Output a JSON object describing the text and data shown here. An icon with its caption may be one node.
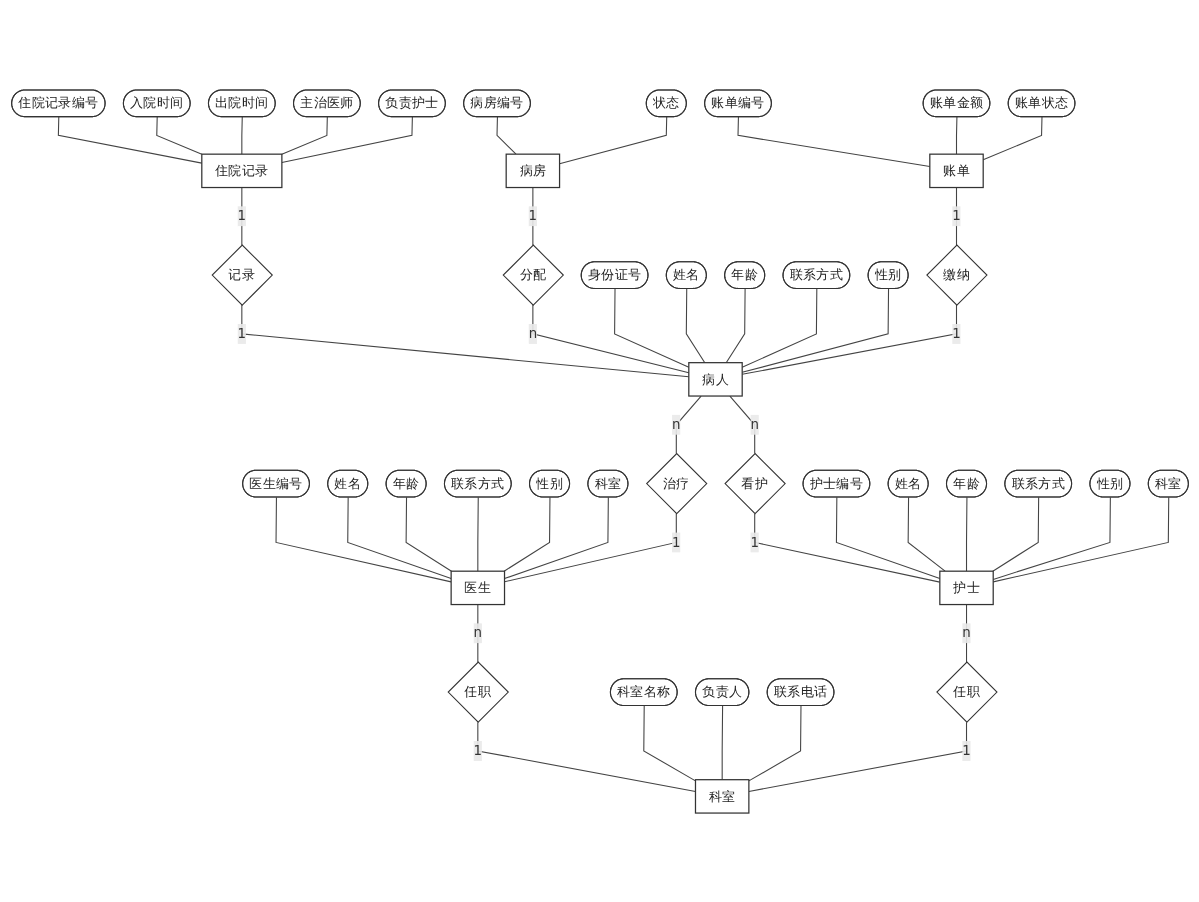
{
  "diagram": {
    "nodes": [
      {
        "text": [
          "住院记录编号"
        ]
      },
      {
        "text": [
          "入院时间"
        ]
      },
      {
        "text": [
          "出院时间"
        ]
      },
      {
        "text": [
          "住院记录"
        ]
      },
      {
        "text": [
          "主治医师"
        ]
      },
      {
        "text": [
          "负责护士"
        ]
      },
      {
        "text": [
          "病房编号"
        ]
      },
      {
        "text": [
          "状态"
        ]
      },
      {
        "text": [
          "病房"
        ]
      },
      {
        "text": [
          "记录"
        ]
      },
      {
        "text": [
          "分配"
        ]
      },
      {
        "text": [
          "身份证号"
        ]
      },
      {
        "text": [
          "姓名"
        ]
      },
      {
        "text": [
          "年龄"
        ]
      },
      {
        "text": [
          "医生编号"
        ]
      },
      {
        "text": [
          "姓名"
        ]
      },
      {
        "text": [
          "年龄"
        ]
      },
      {
        "text": [
          "账单编号"
        ]
      },
      {
        "text": [
          "账单金额"
        ]
      },
      {
        "text": [
          "账单状态"
        ]
      },
      {
        "text": [
          "联系方式"
        ]
      },
      {
        "text": [
          "病人"
        ]
      },
      {
        "text": [
          "性别"
        ]
      },
      {
        "text": [
          "联系方式"
        ]
      },
      {
        "text": [
          "医生"
        ]
      },
      {
        "text": [
          "性别"
        ]
      },
      {
        "text": [
          "账单"
        ]
      },
      {
        "text": [
          "科室"
        ]
      },
      {
        "text": [
          "治疗"
        ]
      },
      {
        "text": [
          "缴纳"
        ]
      },
      {
        "text": [
          "看护"
        ]
      },
      {
        "text": [
          "任职"
        ]
      },
      {
        "text": [
          "护士编号"
        ]
      },
      {
        "text": [
          "姓名"
        ]
      },
      {
        "text": [
          "年龄"
        ]
      },
      {
        "text": [
          "科室名称"
        ]
      },
      {
        "text": [
          "负责人"
        ]
      },
      {
        "text": [
          "联系电话"
        ]
      },
      {
        "text": [
          "联系方式"
        ]
      },
      {
        "text": [
          "护士"
        ]
      },
      {
        "text": [
          "性别"
        ]
      },
      {
        "text": [
          "科室"
        ]
      },
      {
        "text": [
          "科室"
        ]
      },
      {
        "text": [
          "任职"
        ]
      }
    ],
    "edges": [
      {
        "from": 0,
        "to": 3,
        "arrow": "none"
      },
      {
        "from": 1,
        "to": 3,
        "arrow": "none"
      },
      {
        "from": 2,
        "to": 3,
        "arrow": "none"
      },
      {
        "from": 4,
        "to": 3,
        "arrow": "none"
      },
      {
        "from": 5,
        "to": 3,
        "arrow": "none"
      },
      {
        "from": 6,
        "to": 8,
        "arrow": "none"
      },
      {
        "from": 7,
        "to": 8,
        "arrow": "none"
      },
      {
        "from": 3,
        "to": 9,
        "label": "1",
        "arrow": "none"
      },
      {
        "from": 9,
        "to": 21,
        "label": "1",
        "arrow": "none"
      },
      {
        "from": 8,
        "to": 10,
        "label": "1",
        "arrow": "none"
      },
      {
        "from": 10,
        "to": 21,
        "label": "n",
        "arrow": "none"
      },
      {
        "from": 11,
        "to": 21,
        "arrow": "none"
      },
      {
        "from": 12,
        "to": 21,
        "arrow": "none"
      },
      {
        "from": 13,
        "to": 21,
        "arrow": "none"
      },
      {
        "from": 20,
        "to": 21,
        "arrow": "none"
      },
      {
        "from": 22,
        "to": 21,
        "arrow": "none"
      },
      {
        "from": 14,
        "to": 24,
        "arrow": "none"
      },
      {
        "from": 15,
        "to": 24,
        "arrow": "none"
      },
      {
        "from": 16,
        "to": 24,
        "arrow": "none"
      },
      {
        "from": 23,
        "to": 24,
        "arrow": "none"
      },
      {
        "from": 25,
        "to": 24,
        "arrow": "none"
      },
      {
        "from": 27,
        "to": 24,
        "arrow": "none"
      },
      {
        "from": 17,
        "to": 26,
        "arrow": "none"
      },
      {
        "from": 18,
        "to": 26,
        "arrow": "none"
      },
      {
        "from": 19,
        "to": 26,
        "arrow": "none"
      },
      {
        "from": 21,
        "to": 28,
        "label": "n",
        "arrow": "none"
      },
      {
        "from": 28,
        "to": 24,
        "label": "1",
        "arrow": "none"
      },
      {
        "from": 26,
        "to": 29,
        "label": "1",
        "arrow": "none"
      },
      {
        "from": 29,
        "to": 21,
        "label": "1",
        "arrow": "none"
      },
      {
        "from": 21,
        "to": 30,
        "label": "n",
        "arrow": "none"
      },
      {
        "from": 30,
        "to": 39,
        "label": "1",
        "arrow": "none"
      },
      {
        "from": 24,
        "to": 31,
        "label": "n",
        "arrow": "none"
      },
      {
        "from": 31,
        "to": 41,
        "label": "1",
        "arrow": "none"
      },
      {
        "from": 32,
        "to": 39,
        "arrow": "none"
      },
      {
        "from": 33,
        "to": 39,
        "arrow": "none"
      },
      {
        "from": 34,
        "to": 39,
        "arrow": "none"
      },
      {
        "from": 38,
        "to": 39,
        "arrow": "none"
      },
      {
        "from": 40,
        "to": 39,
        "arrow": "none"
      },
      {
        "from": 42,
        "to": 39,
        "arrow": "none"
      },
      {
        "from": 35,
        "to": 41,
        "arrow": "none"
      },
      {
        "from": 36,
        "to": 41,
        "arrow": "none"
      },
      {
        "from": 37,
        "to": 41,
        "arrow": "none"
      },
      {
        "from": 39,
        "to": 43,
        "label": "n",
        "arrow": "none"
      },
      {
        "from": 43,
        "to": 41,
        "label": "1",
        "arrow": "none"
      }
    ]
  }
}
